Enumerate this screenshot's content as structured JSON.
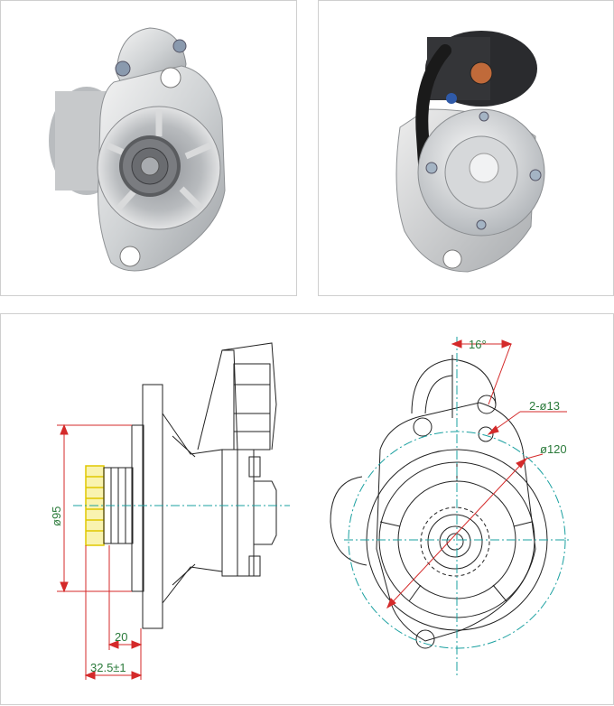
{
  "photos": {
    "front_view": "starter-front-photo",
    "rear_view": "starter-rear-photo"
  },
  "drawing": {
    "dimensions": {
      "pinion_offset": "20",
      "flange_to_tip": "32.5±1",
      "pilot_diameter": "ø95",
      "bolt_angle": "16°",
      "bolt_holes": "2-ø13",
      "bolt_circle": "ø120"
    },
    "colors": {
      "dimension_red": "#d42a2a",
      "dimension_text": "#2a7a3a",
      "centerline": "#1aa0a0",
      "pinion_yellow": "#f2e34a",
      "outline": "#222222"
    }
  }
}
